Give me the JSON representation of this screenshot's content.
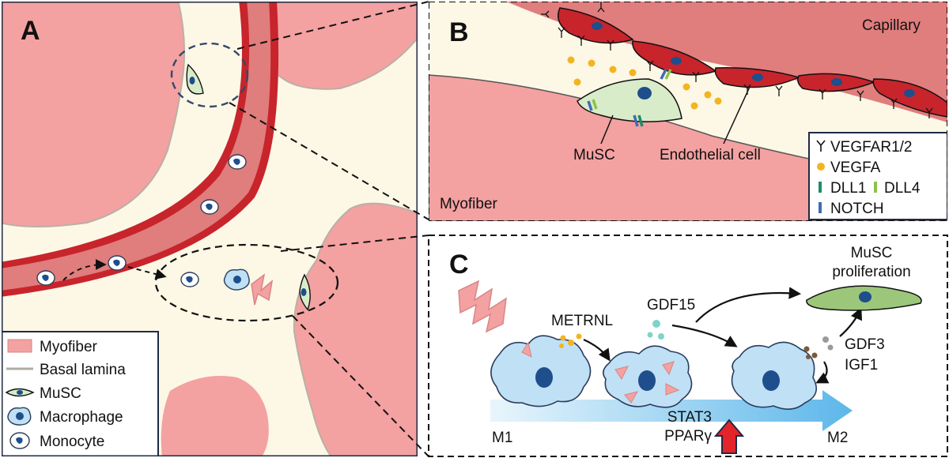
{
  "panels": {
    "a": {
      "letter": "A"
    },
    "b": {
      "letter": "B",
      "capillary_label": "Capillary",
      "musc_label": "MuSC",
      "endothelial_label": "Endothelial cell",
      "myofiber_label": "Myofiber",
      "legend": {
        "vegfar": "VEGFAR1/2",
        "vegfa": "VEGFA",
        "dll1": "DLL1",
        "dll4": "DLL4",
        "notch": "NOTCH"
      }
    },
    "c": {
      "letter": "C",
      "metrnl": "METRNL",
      "gdf15": "GDF15",
      "musc_prolif_line1": "MuSC",
      "musc_prolif_line2": "proliferation",
      "gdf3": "GDF3",
      "igf1": "IGF1",
      "stat3": "STAT3",
      "ppar": "PPARγ",
      "m1": "M1",
      "m2": "M2"
    }
  },
  "legend_a": {
    "myofiber": "Myofiber",
    "basal_lamina": "Basal lamina",
    "musc": "MuSC",
    "macrophage": "Macrophage",
    "monocyte": "Monocyte"
  },
  "colors": {
    "myofiber": "#f4a1a1",
    "myofiber_edge": "#d98585",
    "background": "#fdf7e6",
    "vessel_red": "#c8242c",
    "vessel_inner": "#e07d7d",
    "musc_green": "#d9ecc9",
    "macrophage_blue": "#bfe0f5",
    "nucleus": "#1f4e8c",
    "vegfa_yellow": "#f2b51f",
    "dll1": "#1e8c6b",
    "dll4": "#8bc34a",
    "notch": "#3f6bb5",
    "m2_arrow": "#5cb7ea",
    "up_arrow": "#e3242b"
  }
}
